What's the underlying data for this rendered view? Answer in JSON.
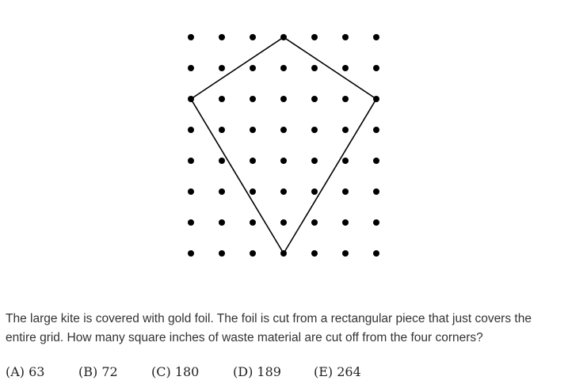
{
  "figure": {
    "grid": {
      "columns": 7,
      "rows": 8
    },
    "kite": {
      "vertices": [
        {
          "col": 3,
          "row": 0
        },
        {
          "col": 6,
          "row": 2
        },
        {
          "col": 3,
          "row": 7
        },
        {
          "col": 0,
          "row": 2
        }
      ]
    },
    "colors": {
      "dot": "#000000",
      "line": "#000000"
    }
  },
  "question": {
    "text": "The large kite is covered with gold foil. The foil is cut from a rectangular piece that just covers the entire grid. How many square inches of waste material are cut off from the four corners?"
  },
  "choices": [
    {
      "label": "(A) 63"
    },
    {
      "label": "(B) 72"
    },
    {
      "label": "(C) 180"
    },
    {
      "label": "(D) 189"
    },
    {
      "label": "(E) 264"
    }
  ]
}
